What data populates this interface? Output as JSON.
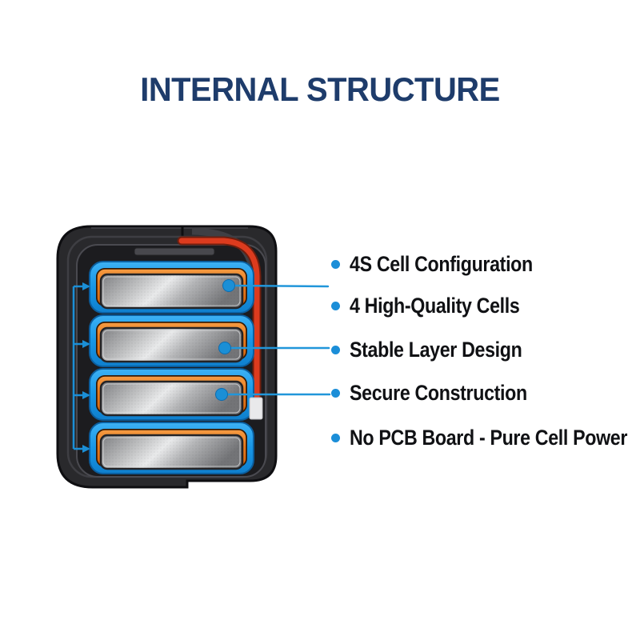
{
  "title": {
    "text": "INTERNAL STRUCTURE",
    "color": "#1e3c6b"
  },
  "callouts": [
    {
      "label": "4S Cell Configuration"
    },
    {
      "label": "4 High-Quality Cells"
    },
    {
      "label": "Stable Layer Design"
    },
    {
      "label": "Secure Construction"
    },
    {
      "label": "No PCB Board - Pure Cell Power"
    }
  ],
  "diagram": {
    "type": "battery-pack-cutaway",
    "cell_count": 4,
    "colors": {
      "case_dark": "#29292c",
      "case_edge": "#0e0e11",
      "cell_ring_blue": "#1796e6",
      "cell_layer_orange": "#e87a1d",
      "cell_body_gray": "#c0c1c3",
      "wire_red": "#dc3b1e",
      "connector_white": "#e9e9eb",
      "callout_accent": "#1b8ed8",
      "title_navy": "#1e3c6b",
      "label_black": "#101114"
    }
  }
}
